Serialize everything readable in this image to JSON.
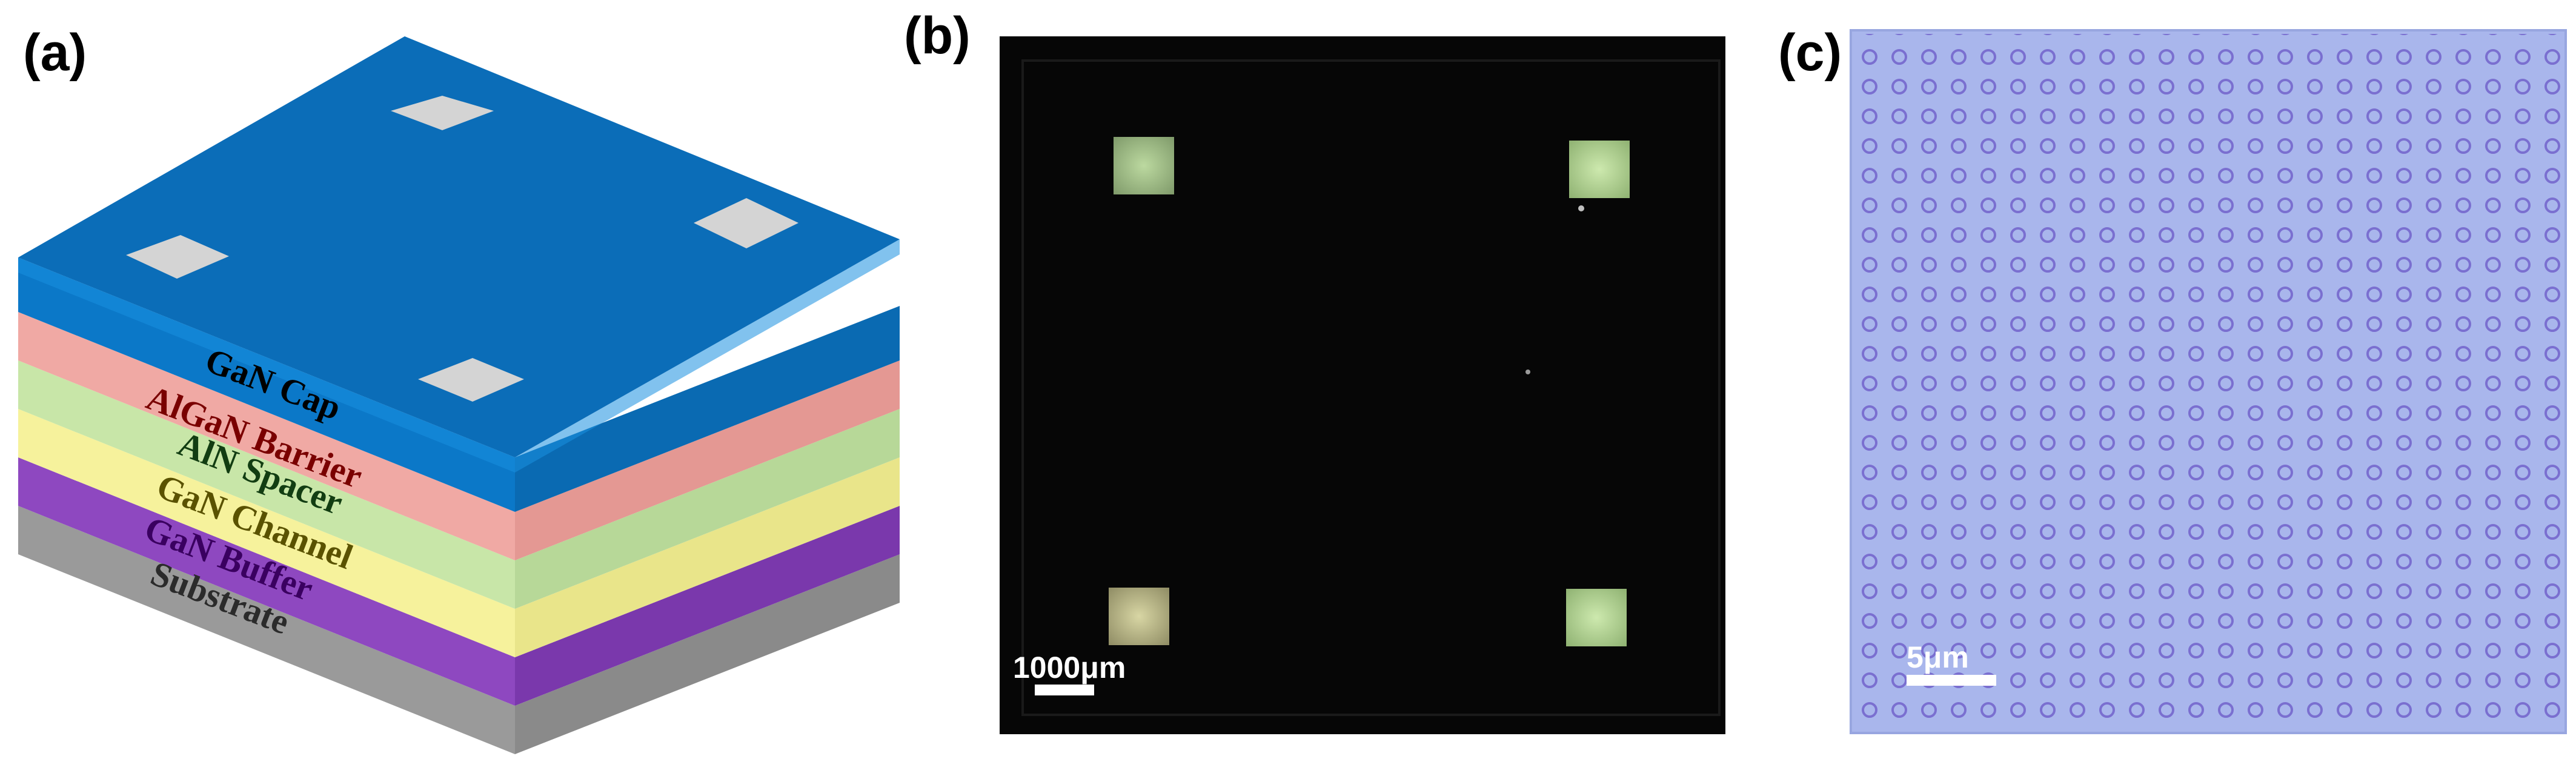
{
  "panels": {
    "a": {
      "label": "(a)"
    },
    "b": {
      "label": "(b)",
      "scale_bar": "1000μm"
    },
    "c": {
      "label": "(c)",
      "scale_bar": "5μm"
    }
  },
  "layers": [
    {
      "name": "GaN Cap",
      "color": "#0b6db8"
    },
    {
      "name": "AlGaN Barrier",
      "color": "#f0a9a4"
    },
    {
      "name": "AlN Spacer",
      "color": "#c8e6a8"
    },
    {
      "name": "GaN Channel",
      "color": "#f6f29c"
    },
    {
      "name": "GaN Buffer",
      "color": "#8e48c0"
    },
    {
      "name": "Substrate",
      "color": "#9c9c9c"
    }
  ],
  "colors": {
    "contact_pad": "#d4d4d4",
    "microscope_background": "#050505",
    "pad_green": "#a7c48a",
    "array_background": "#a9b6ec",
    "array_dot": "#7a6fd0"
  }
}
